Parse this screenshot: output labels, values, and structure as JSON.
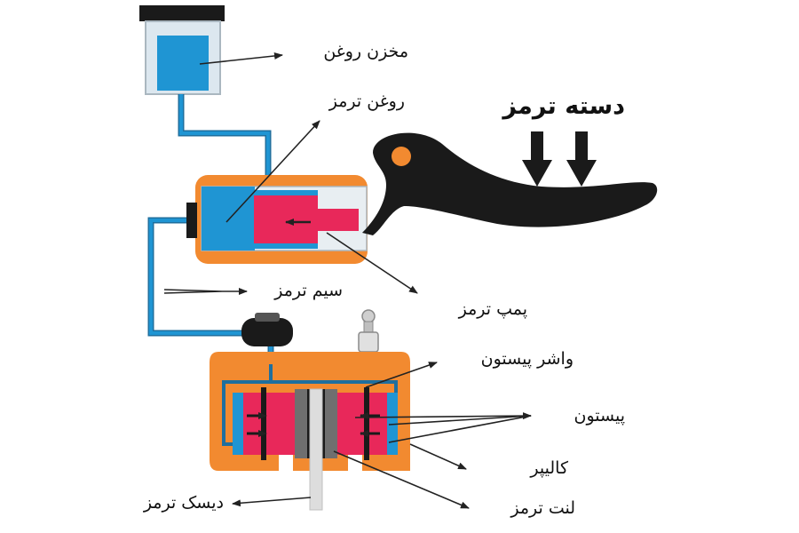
{
  "diagram": {
    "labels": {
      "reservoir": "مخزن روغن",
      "brake_fluid": "روغن ترمز",
      "brake_lever": "دسته ترمز",
      "brake_hose": "سیم ترمز",
      "master_cylinder": "پمپ ترمز",
      "piston_seal": "واشر پیستون",
      "piston": "پیستون",
      "caliper": "کالیپر",
      "brake_pad": "لنت ترمز",
      "brake_disc": "دیسک ترمز"
    },
    "colors": {
      "housing": "#f28a30",
      "fluid": "#1f95d3",
      "piston": "#e8285a",
      "lever": "#1a1a1a",
      "pad": "#6f6f6f",
      "disc": "#dddddd",
      "arrow": "#222222"
    },
    "icons": {
      "force_arrows": "down-arrow-icon",
      "bleed_valve": "bleed-valve-icon"
    }
  }
}
